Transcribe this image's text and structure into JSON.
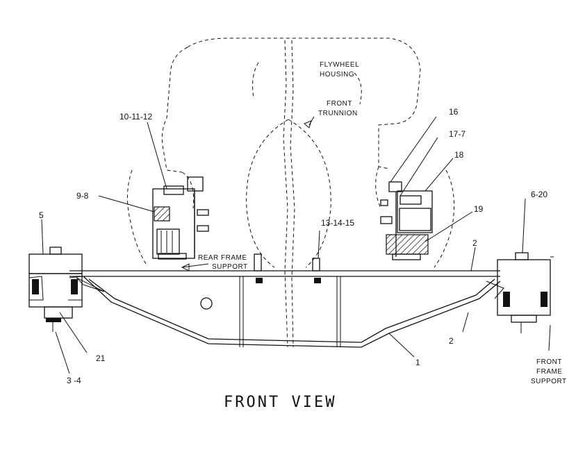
{
  "diagram": {
    "title": "FRONT VIEW",
    "labels": {
      "flywheel_housing_1": "FLYWHEEL",
      "flywheel_housing_2": "HOUSING",
      "front_trunnion_1": "FRONT",
      "front_trunnion_2": "TRUNNION",
      "rear_frame_support_1": "REAR FRAME",
      "rear_frame_support_2": "SUPPORT",
      "front_frame_support_1": "FRONT",
      "front_frame_support_2": "FRAME",
      "front_frame_support_3": "SUPPORT"
    },
    "callouts": {
      "c_10_11_12": "10-11-12",
      "c_9_8": "9-8",
      "c_5": "5",
      "c_21": "21",
      "c_3_4": "3 -4",
      "c_13_14_15": "13-14-15",
      "c_16": "16",
      "c_17_7": "17-7",
      "c_18": "18",
      "c_19": "19",
      "c_6_20": "6-20",
      "c_2_top": "2",
      "c_2_bottom": "2",
      "c_1": "1"
    }
  }
}
